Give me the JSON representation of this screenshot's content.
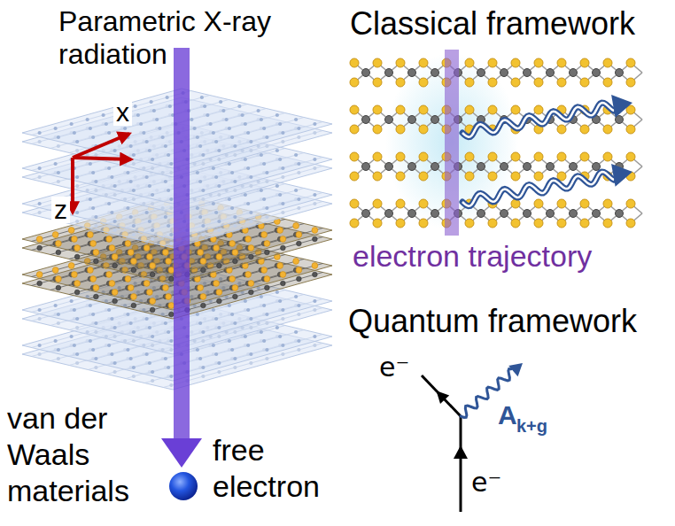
{
  "diagram": {
    "labels": [
      "Parametric X-ray radiation",
      "x",
      "z",
      "Classical framework",
      "electron trajectory",
      "Quantum framework",
      "van der Waals materials",
      "free electron",
      "e⁻",
      "e⁻",
      "A",
      "k+g"
    ]
  }
}
